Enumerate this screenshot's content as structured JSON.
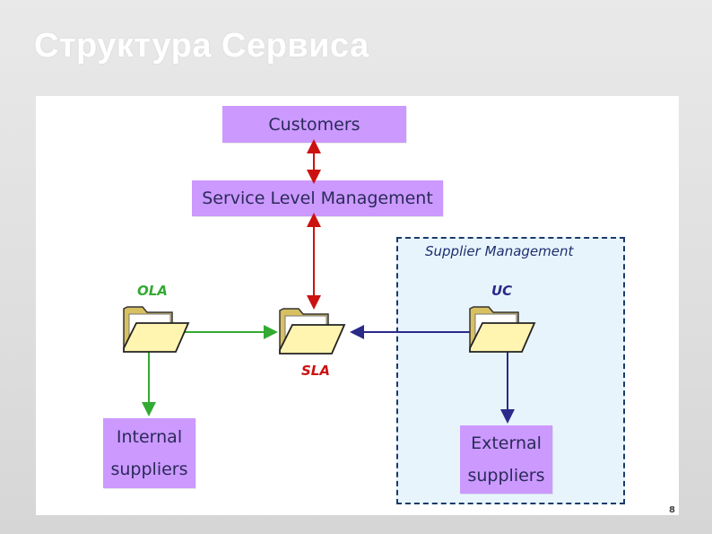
{
  "slide": {
    "title": "Структура Сервиса",
    "page_number": "8"
  },
  "diagram": {
    "customers": "Customers",
    "slm": "Service Level Management",
    "supplier_management": "Supplier Management",
    "internal_suppliers": "Internal\nsuppliers",
    "external_suppliers": "External\nsuppliers",
    "ola": "OLA",
    "sla": "SLA",
    "uc": "UC"
  },
  "colors": {
    "box_fill": "#cc99ff",
    "ola_green": "#33aa33",
    "sla_red": "#cc1111",
    "uc_blue": "#2a2a8a",
    "frame_fill": "#e8f4fc"
  },
  "icons": {
    "ola": "folder-icon",
    "sla": "folder-icon",
    "uc": "folder-icon"
  }
}
